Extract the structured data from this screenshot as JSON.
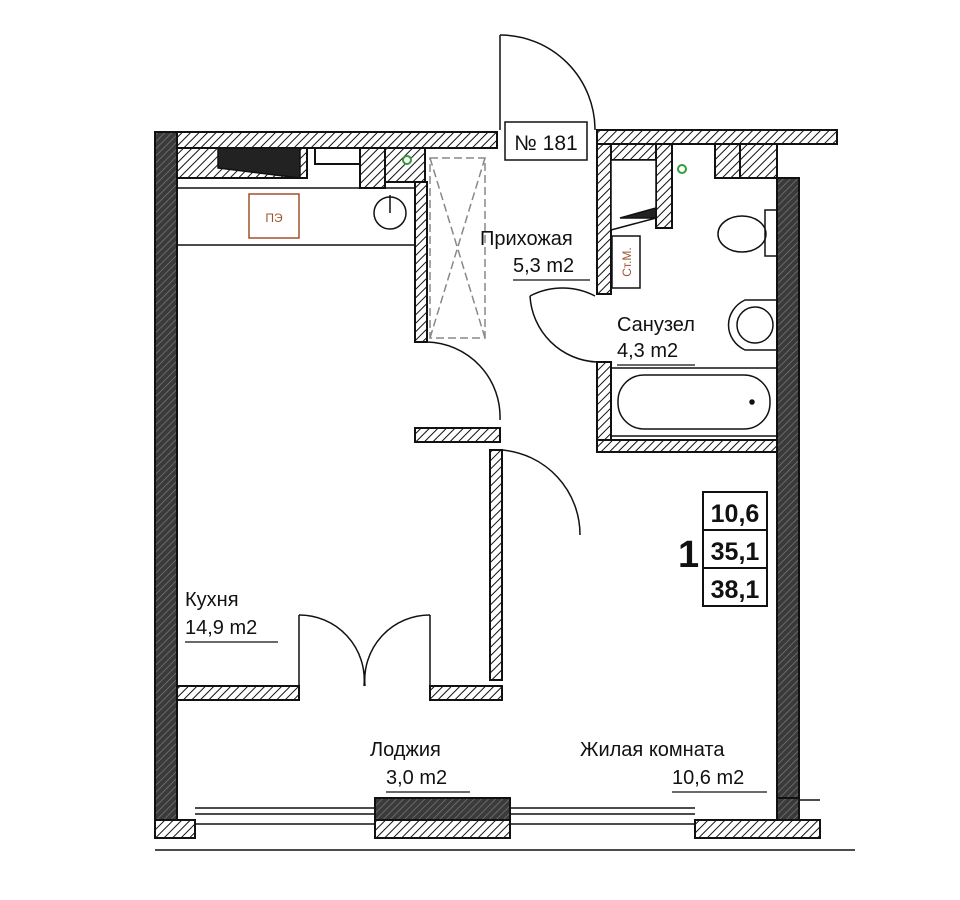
{
  "apartment_number": "№ 181",
  "rooms": {
    "hallway": {
      "name": "Прихожая",
      "area": "5,3 m2"
    },
    "bathroom": {
      "name": "Санузел",
      "area": "4,3 m2"
    },
    "kitchen": {
      "name": "Кухня",
      "area": "14,9 m2"
    },
    "loggia": {
      "name": "Лоджия",
      "area": "3,0 m2"
    },
    "living": {
      "name": "Жилая комната",
      "area": "10,6 m2"
    }
  },
  "fixtures": {
    "electric_panel": "ПЭ",
    "riser": "Ст.М."
  },
  "summary": {
    "rooms_count": "1",
    "living_area": "10,6",
    "total_area": "35,1",
    "total_with_loggia": "38,1"
  },
  "colors": {
    "wall": "#111111",
    "hatch_fill": "#555555",
    "dark_wall": "#444444",
    "fixture_label": "#a0522d",
    "marker": "#2e9e3a"
  }
}
